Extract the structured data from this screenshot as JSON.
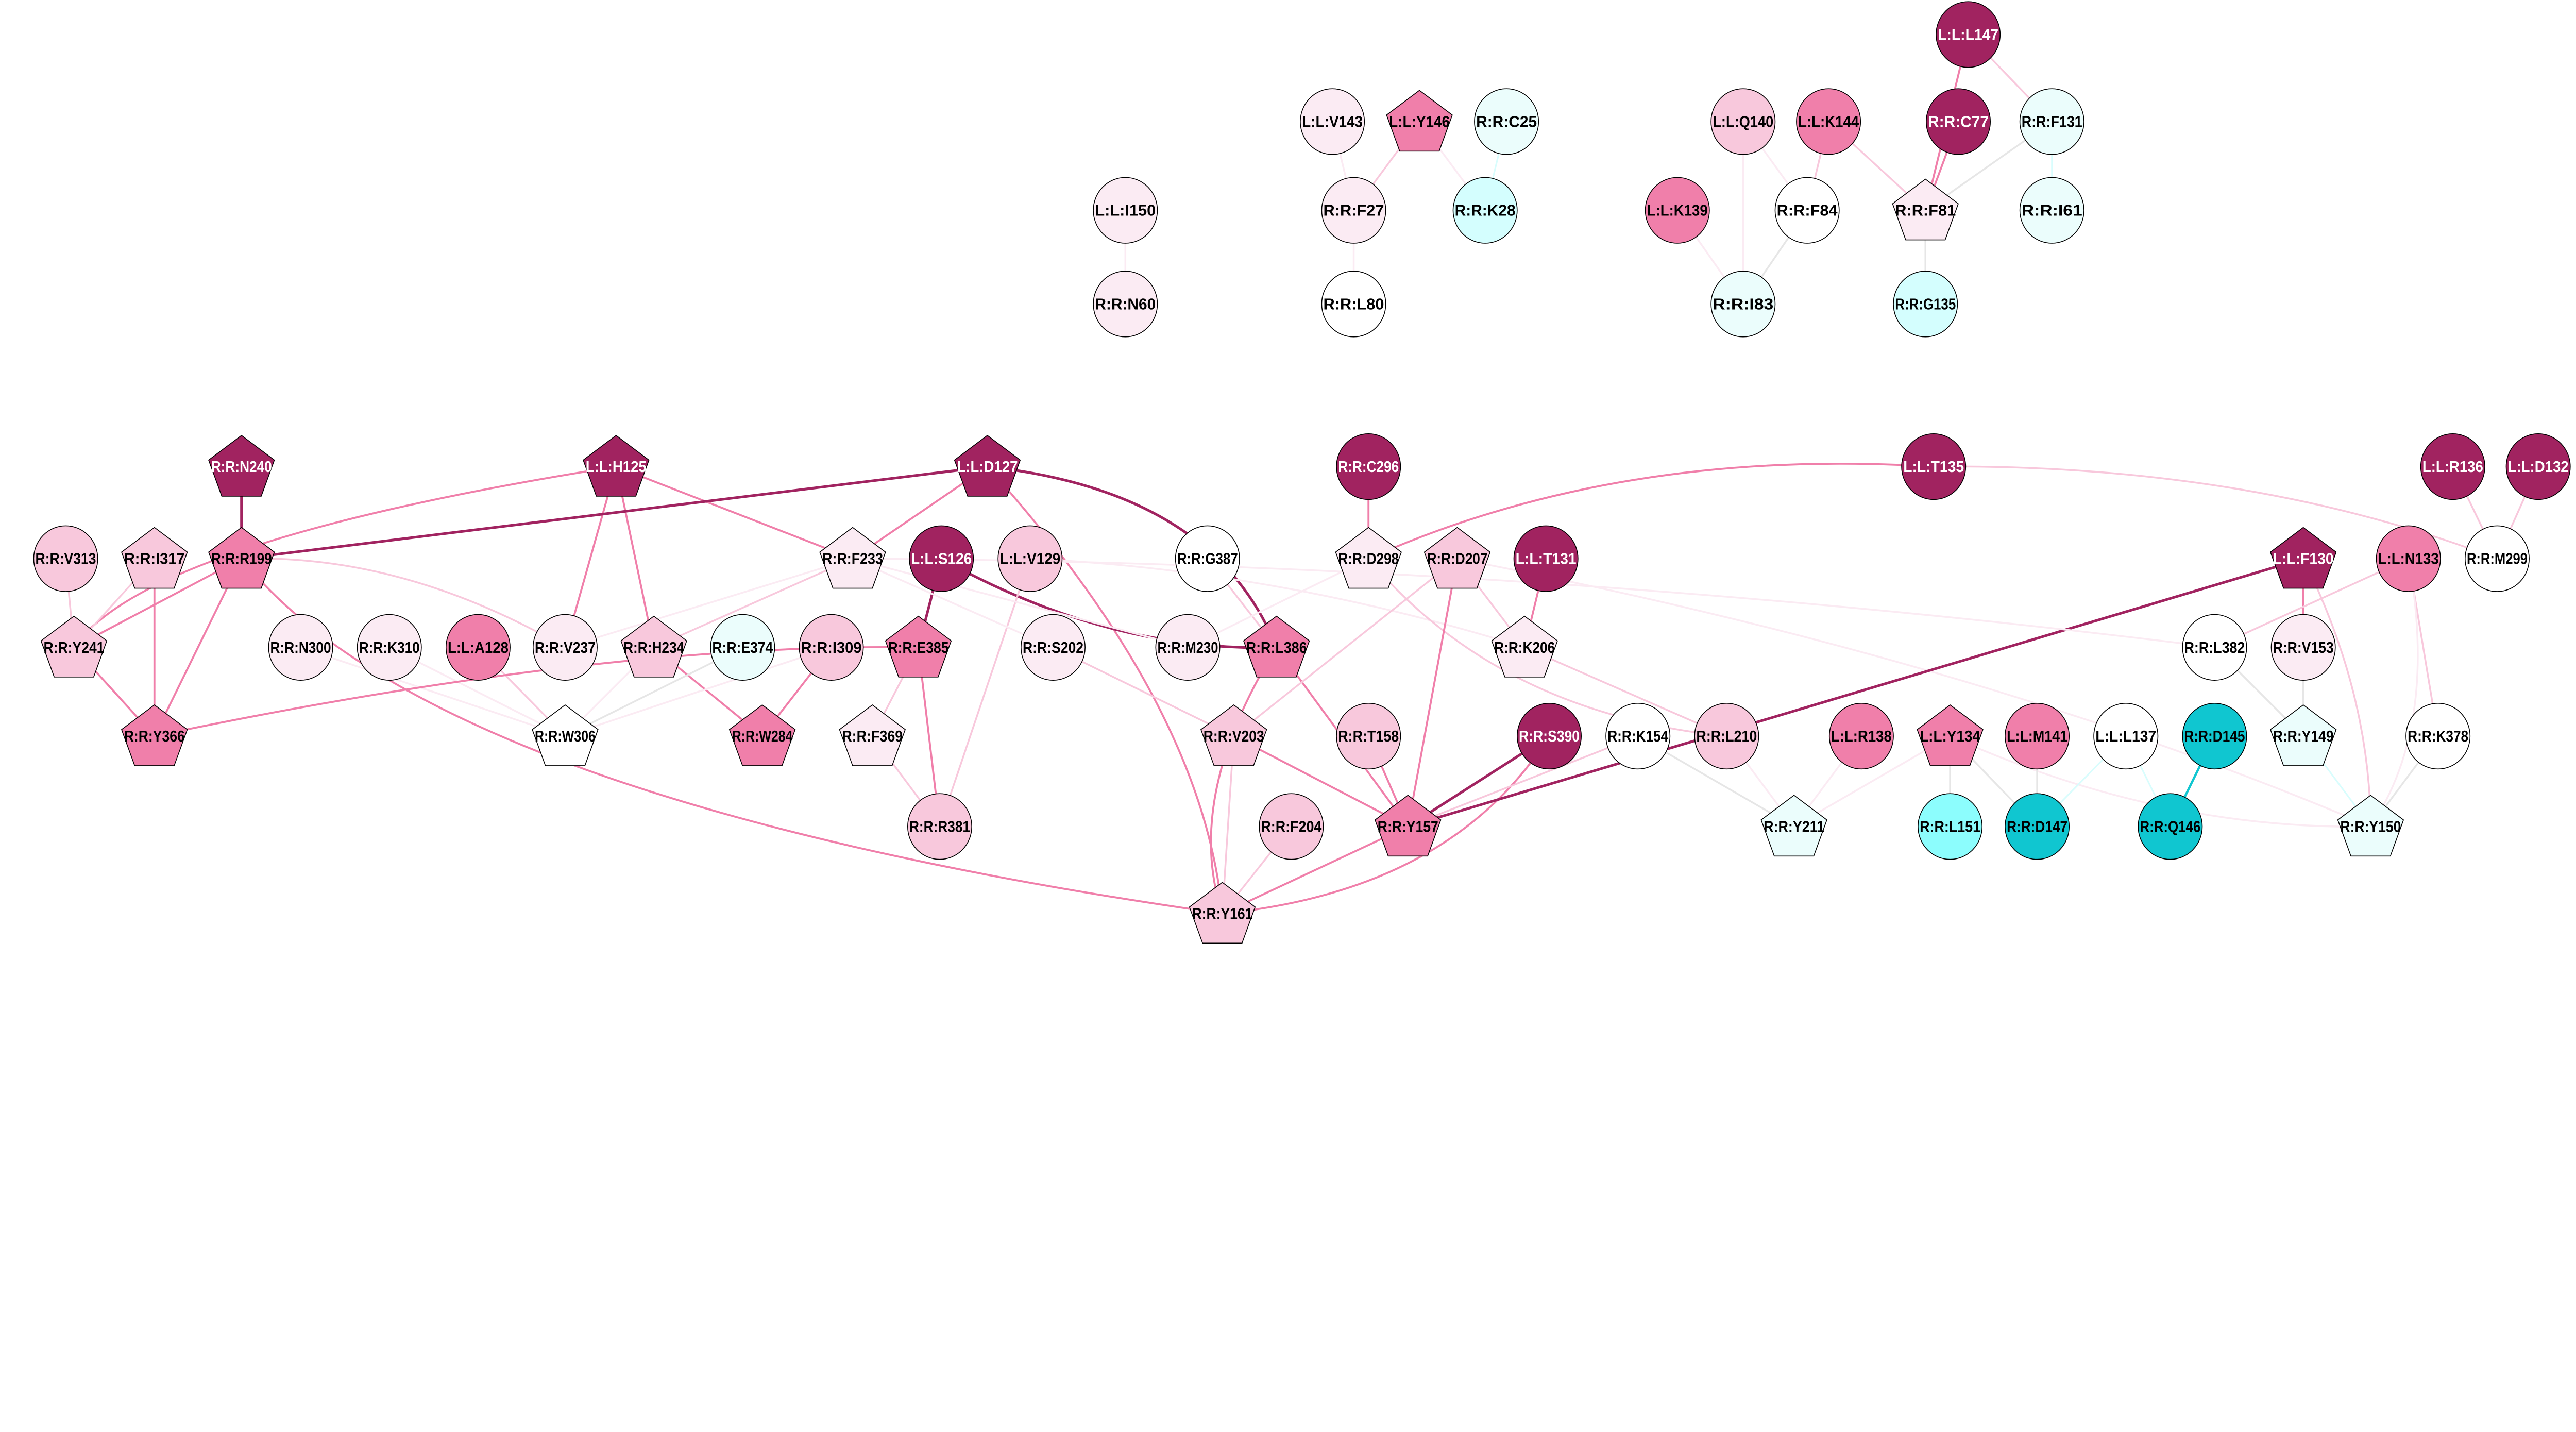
{
  "palette": {
    "dark": "#a12360",
    "mid": "#f07faa",
    "light": "#f8c8dc",
    "vlight": "#fbebf3",
    "white": "#ffffff",
    "cyanlight": "#ebfdfc",
    "cyan": "#d4fefe",
    "cyanbright": "#8cfdfd",
    "teal": "#10c6d0",
    "gray": "#e6e6e6",
    "cyanedge": "#d9fdfd"
  },
  "nodes": [
    {
      "label": "L:L:I150",
      "shape": "ellipse",
      "fill": "vlight"
    },
    {
      "label": "R:R:N60",
      "shape": "ellipse",
      "fill": "vlight"
    },
    {
      "label": "L:L:V143",
      "shape": "ellipse",
      "fill": "vlight"
    },
    {
      "label": "L:L:Y146",
      "shape": "pentagon",
      "fill": "mid"
    },
    {
      "label": "R:R:C25",
      "shape": "ellipse",
      "fill": "cyanlight"
    },
    {
      "label": "R:R:F27",
      "shape": "ellipse",
      "fill": "vlight"
    },
    {
      "label": "R:R:K28",
      "shape": "ellipse",
      "fill": "cyan"
    },
    {
      "label": "R:R:L80",
      "shape": "ellipse",
      "fill": "white"
    },
    {
      "label": "L:L:L147",
      "shape": "ellipse",
      "fill": "dark"
    },
    {
      "label": "L:L:Q140",
      "shape": "ellipse",
      "fill": "light"
    },
    {
      "label": "L:L:K144",
      "shape": "ellipse",
      "fill": "mid"
    },
    {
      "label": "R:R:C77",
      "shape": "ellipse",
      "fill": "dark"
    },
    {
      "label": "R:R:F131",
      "shape": "ellipse",
      "fill": "cyanlight"
    },
    {
      "label": "L:L:K139",
      "shape": "ellipse",
      "fill": "mid"
    },
    {
      "label": "R:R:F84",
      "shape": "ellipse",
      "fill": "white"
    },
    {
      "label": "R:R:F81",
      "shape": "pentagon",
      "fill": "vlight"
    },
    {
      "label": "R:R:I61",
      "shape": "ellipse",
      "fill": "cyanlight"
    },
    {
      "label": "R:R:I83",
      "shape": "ellipse",
      "fill": "cyanlight"
    },
    {
      "label": "R:R:G135",
      "shape": "ellipse",
      "fill": "cyan"
    },
    {
      "label": "R:R:N240",
      "shape": "pentagon",
      "fill": "dark"
    },
    {
      "label": "L:L:H125",
      "shape": "pentagon",
      "fill": "dark"
    },
    {
      "label": "L:L:D127",
      "shape": "pentagon",
      "fill": "dark"
    },
    {
      "label": "R:R:C296",
      "shape": "ellipse",
      "fill": "dark"
    },
    {
      "label": "L:L:T135",
      "shape": "ellipse",
      "fill": "dark"
    },
    {
      "label": "L:L:R136",
      "shape": "ellipse",
      "fill": "dark"
    },
    {
      "label": "L:L:D132",
      "shape": "ellipse",
      "fill": "dark"
    },
    {
      "label": "R:R:V313",
      "shape": "ellipse",
      "fill": "light"
    },
    {
      "label": "R:R:I317",
      "shape": "pentagon",
      "fill": "light"
    },
    {
      "label": "R:R:R199",
      "shape": "pentagon",
      "fill": "mid"
    },
    {
      "label": "R:R:F233",
      "shape": "pentagon",
      "fill": "vlight"
    },
    {
      "label": "L:L:S126",
      "shape": "ellipse",
      "fill": "dark"
    },
    {
      "label": "L:L:V129",
      "shape": "ellipse",
      "fill": "light"
    },
    {
      "label": "R:R:G387",
      "shape": "ellipse",
      "fill": "white"
    },
    {
      "label": "R:R:D298",
      "shape": "pentagon",
      "fill": "vlight"
    },
    {
      "label": "R:R:D207",
      "shape": "pentagon",
      "fill": "light"
    },
    {
      "label": "L:L:T131",
      "shape": "ellipse",
      "fill": "dark"
    },
    {
      "label": "L:L:F130",
      "shape": "pentagon",
      "fill": "dark"
    },
    {
      "label": "L:L:N133",
      "shape": "ellipse",
      "fill": "mid"
    },
    {
      "label": "R:R:M299",
      "shape": "ellipse",
      "fill": "white"
    },
    {
      "label": "R:R:Y241",
      "shape": "pentagon",
      "fill": "light"
    },
    {
      "label": "R:R:N300",
      "shape": "ellipse",
      "fill": "vlight"
    },
    {
      "label": "R:R:K310",
      "shape": "ellipse",
      "fill": "vlight"
    },
    {
      "label": "L:L:A128",
      "shape": "ellipse",
      "fill": "mid"
    },
    {
      "label": "R:R:V237",
      "shape": "ellipse",
      "fill": "vlight"
    },
    {
      "label": "R:R:H234",
      "shape": "pentagon",
      "fill": "light"
    },
    {
      "label": "R:R:E374",
      "shape": "ellipse",
      "fill": "cyanlight"
    },
    {
      "label": "R:R:I309",
      "shape": "ellipse",
      "fill": "light"
    },
    {
      "label": "R:R:E385",
      "shape": "pentagon",
      "fill": "mid"
    },
    {
      "label": "R:R:S202",
      "shape": "ellipse",
      "fill": "vlight"
    },
    {
      "label": "R:R:M230",
      "shape": "ellipse",
      "fill": "vlight"
    },
    {
      "label": "R:R:L386",
      "shape": "pentagon",
      "fill": "mid"
    },
    {
      "label": "R:R:K206",
      "shape": "pentagon",
      "fill": "vlight"
    },
    {
      "label": "R:R:L382",
      "shape": "ellipse",
      "fill": "white"
    },
    {
      "label": "R:R:V153",
      "shape": "ellipse",
      "fill": "vlight"
    },
    {
      "label": "R:R:Y366",
      "shape": "pentagon",
      "fill": "mid"
    },
    {
      "label": "R:R:W306",
      "shape": "pentagon",
      "fill": "white"
    },
    {
      "label": "R:R:W284",
      "shape": "pentagon",
      "fill": "mid"
    },
    {
      "label": "R:R:F369",
      "shape": "pentagon",
      "fill": "vlight"
    },
    {
      "label": "R:R:V203",
      "shape": "pentagon",
      "fill": "light"
    },
    {
      "label": "R:R:T158",
      "shape": "ellipse",
      "fill": "light"
    },
    {
      "label": "R:R:S390",
      "shape": "ellipse",
      "fill": "dark"
    },
    {
      "label": "R:R:K154",
      "shape": "ellipse",
      "fill": "white"
    },
    {
      "label": "R:R:L210",
      "shape": "ellipse",
      "fill": "light"
    },
    {
      "label": "L:L:R138",
      "shape": "ellipse",
      "fill": "mid"
    },
    {
      "label": "L:L:Y134",
      "shape": "pentagon",
      "fill": "mid"
    },
    {
      "label": "L:L:M141",
      "shape": "ellipse",
      "fill": "mid"
    },
    {
      "label": "L:L:L137",
      "shape": "ellipse",
      "fill": "white"
    },
    {
      "label": "R:R:D145",
      "shape": "ellipse",
      "fill": "teal"
    },
    {
      "label": "R:R:Y149",
      "shape": "pentagon",
      "fill": "cyanlight"
    },
    {
      "label": "R:R:K378",
      "shape": "ellipse",
      "fill": "white"
    },
    {
      "label": "R:R:R381",
      "shape": "ellipse",
      "fill": "light"
    },
    {
      "label": "R:R:F204",
      "shape": "ellipse",
      "fill": "light"
    },
    {
      "label": "R:R:Y157",
      "shape": "pentagon",
      "fill": "mid"
    },
    {
      "label": "R:R:Y211",
      "shape": "pentagon",
      "fill": "cyanlight"
    },
    {
      "label": "R:R:L151",
      "shape": "ellipse",
      "fill": "cyanbright"
    },
    {
      "label": "R:R:D147",
      "shape": "ellipse",
      "fill": "teal"
    },
    {
      "label": "R:R:Q146",
      "shape": "ellipse",
      "fill": "teal"
    },
    {
      "label": "R:R:Y150",
      "shape": "pentagon",
      "fill": "cyanlight"
    },
    {
      "label": "R:R:Y161",
      "shape": "pentagon",
      "fill": "light"
    }
  ],
  "edges": [
    [
      "L:L:I150",
      "R:R:N60",
      "vlight"
    ],
    [
      "L:L:V143",
      "R:R:F27",
      "vlight"
    ],
    [
      "L:L:Y146",
      "R:R:F27",
      "light"
    ],
    [
      "L:L:Y146",
      "R:R:K28",
      "vlight"
    ],
    [
      "R:R:C25",
      "R:R:K28",
      "cyanedge"
    ],
    [
      "R:R:F27",
      "R:R:L80",
      "vlight"
    ],
    [
      "L:L:L147",
      "R:R:F81",
      "mid"
    ],
    [
      "L:L:L147",
      "R:R:F131",
      "light"
    ],
    [
      "L:L:Q140",
      "R:R:I83",
      "vlight"
    ],
    [
      "L:L:Q140",
      "R:R:F84",
      "vlight"
    ],
    [
      "L:L:K144",
      "R:R:F84",
      "light"
    ],
    [
      "L:L:K144",
      "R:R:F81",
      "light"
    ],
    [
      "R:R:C77",
      "R:R:F81",
      "mid"
    ],
    [
      "R:R:F131",
      "R:R:F81",
      "gray"
    ],
    [
      "R:R:F131",
      "R:R:I61",
      "cyanedge"
    ],
    [
      "L:L:K139",
      "R:R:I83",
      "vlight"
    ],
    [
      "R:R:F84",
      "R:R:I83",
      "gray"
    ],
    [
      "R:R:F81",
      "R:R:G135",
      "gray"
    ],
    [
      "R:R:N240",
      "R:R:R199",
      "dark"
    ],
    [
      "L:L:H125",
      "R:R:Y241",
      "mid"
    ],
    [
      "L:L:H125",
      "R:R:V237",
      "mid"
    ],
    [
      "L:L:H125",
      "R:R:H234",
      "mid"
    ],
    [
      "L:L:H125",
      "R:R:F233",
      "mid"
    ],
    [
      "L:L:D127",
      "R:R:R199",
      "dark"
    ],
    [
      "L:L:D127",
      "R:R:F233",
      "mid"
    ],
    [
      "L:L:D127",
      "R:R:L386",
      "dark"
    ],
    [
      "L:L:D127",
      "R:R:Y161",
      "mid"
    ],
    [
      "R:R:V313",
      "R:R:Y241",
      "light"
    ],
    [
      "R:R:I317",
      "R:R:Y241",
      "light"
    ],
    [
      "R:R:I317",
      "R:R:Y366",
      "mid"
    ],
    [
      "R:R:R199",
      "R:R:Y241",
      "mid"
    ],
    [
      "R:R:R199",
      "R:R:Y366",
      "mid"
    ],
    [
      "R:R:R199",
      "R:R:V237",
      "light"
    ],
    [
      "R:R:R199",
      "R:R:Y161",
      "mid"
    ],
    [
      "R:R:Y241",
      "R:R:Y366",
      "mid"
    ],
    [
      "R:R:N300",
      "R:R:W306",
      "vlight"
    ],
    [
      "R:R:K310",
      "R:R:W306",
      "vlight"
    ],
    [
      "L:L:A128",
      "R:R:W306",
      "light"
    ],
    [
      "R:R:V237",
      "R:R:F233",
      "vlight"
    ],
    [
      "R:R:H234",
      "R:R:F233",
      "light"
    ],
    [
      "R:R:H234",
      "R:R:W306",
      "vlight"
    ],
    [
      "R:R:H234",
      "R:R:W284",
      "mid"
    ],
    [
      "R:R:E374",
      "R:R:W306",
      "gray"
    ],
    [
      "R:R:I309",
      "R:R:W284",
      "mid"
    ],
    [
      "R:R:I309",
      "R:R:W306",
      "vlight"
    ],
    [
      "R:R:Y366",
      "R:R:E385",
      "mid"
    ],
    [
      "L:L:S126",
      "R:R:E385",
      "dark"
    ],
    [
      "L:L:S126",
      "R:R:L386",
      "dark"
    ],
    [
      "L:L:V129",
      "R:R:R381",
      "light"
    ],
    [
      "L:L:V129",
      "R:R:K206",
      "vlight"
    ],
    [
      "R:R:E385",
      "R:R:F369",
      "light"
    ],
    [
      "R:R:E385",
      "R:R:R381",
      "mid"
    ],
    [
      "R:R:F369",
      "R:R:R381",
      "light"
    ],
    [
      "R:R:F233",
      "R:R:M230",
      "vlight"
    ],
    [
      "R:R:F233",
      "R:R:S202",
      "vlight"
    ],
    [
      "R:R:S202",
      "R:R:V203",
      "light"
    ],
    [
      "R:R:G387",
      "R:R:L386",
      "light"
    ],
    [
      "R:R:M230",
      "R:R:D298",
      "vlight"
    ],
    [
      "R:R:L386",
      "R:R:Y161",
      "mid"
    ],
    [
      "R:R:L386",
      "R:R:Y157",
      "mid"
    ],
    [
      "R:R:C296",
      "R:R:D298",
      "mid"
    ],
    [
      "R:R:D298",
      "L:L:T135",
      "mid"
    ],
    [
      "R:R:D298",
      "R:R:L210",
      "light"
    ],
    [
      "R:R:D207",
      "R:R:V203",
      "light"
    ],
    [
      "R:R:D207",
      "R:R:Y157",
      "mid"
    ],
    [
      "R:R:D207",
      "R:R:K206",
      "light"
    ],
    [
      "R:R:D207",
      "R:R:Y150",
      "vlight"
    ],
    [
      "L:L:T131",
      "R:R:K206",
      "mid"
    ],
    [
      "R:R:K206",
      "R:R:L210",
      "light"
    ],
    [
      "R:R:V203",
      "R:R:Y161",
      "light"
    ],
    [
      "R:R:V203",
      "R:R:Y157",
      "mid"
    ],
    [
      "R:R:F204",
      "R:R:Y161",
      "light"
    ],
    [
      "R:R:T158",
      "R:R:Y157",
      "mid"
    ],
    [
      "R:R:S390",
      "R:R:Y157",
      "dark"
    ],
    [
      "R:R:S390",
      "R:R:Y161",
      "mid"
    ],
    [
      "R:R:K154",
      "R:R:Y157",
      "light"
    ],
    [
      "R:R:K154",
      "R:R:Y211",
      "gray"
    ],
    [
      "R:R:Y157",
      "R:R:Y161",
      "mid"
    ],
    [
      "R:R:Y157",
      "L:L:F130",
      "dark"
    ],
    [
      "L:L:F130",
      "R:R:V153",
      "mid"
    ],
    [
      "L:L:F130",
      "R:R:Y150",
      "light"
    ],
    [
      "L:L:T135",
      "R:R:M299",
      "light"
    ],
    [
      "L:L:R136",
      "R:R:M299",
      "light"
    ],
    [
      "L:L:D132",
      "R:R:M299",
      "light"
    ],
    [
      "L:L:N133",
      "R:R:L382",
      "light"
    ],
    [
      "L:L:N133",
      "R:R:K378",
      "light"
    ],
    [
      "L:L:N133",
      "R:R:Y150",
      "vlight"
    ],
    [
      "R:R:L382",
      "R:R:Y149",
      "gray"
    ],
    [
      "R:R:L382",
      "R:R:F233",
      "vlight"
    ],
    [
      "R:R:V153",
      "R:R:Y149",
      "gray"
    ],
    [
      "R:R:Y149",
      "R:R:Y150",
      "cyanedge"
    ],
    [
      "R:R:K378",
      "R:R:Y150",
      "gray"
    ],
    [
      "R:R:L210",
      "R:R:Y211",
      "vlight"
    ],
    [
      "L:L:R138",
      "R:R:Y211",
      "vlight"
    ],
    [
      "L:L:Y134",
      "R:R:Y211",
      "vlight"
    ],
    [
      "L:L:Y134",
      "R:R:L151",
      "gray"
    ],
    [
      "L:L:Y134",
      "R:R:D147",
      "gray"
    ],
    [
      "L:L:Y134",
      "R:R:Y150",
      "vlight"
    ],
    [
      "L:L:M141",
      "R:R:D147",
      "gray"
    ],
    [
      "L:L:L137",
      "R:R:D147",
      "cyanedge"
    ],
    [
      "L:L:L137",
      "R:R:Q146",
      "cyanedge"
    ],
    [
      "R:R:D145",
      "R:R:Q146",
      "teal"
    ]
  ]
}
